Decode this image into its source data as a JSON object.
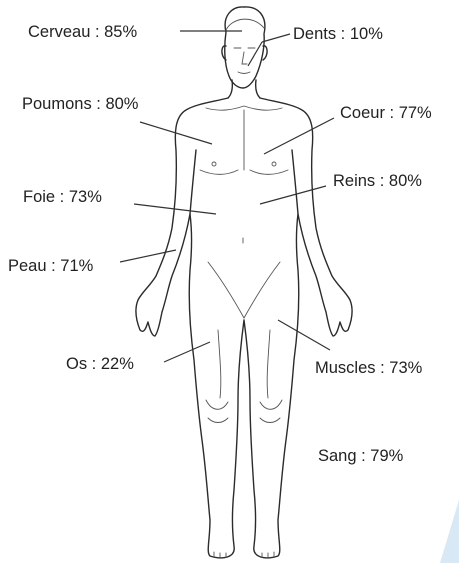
{
  "labels": {
    "cerveau": "Cerveau : 85%",
    "dents": "Dents : 10%",
    "poumons": "Poumons : 80%",
    "coeur": "Coeur : 77%",
    "reins": "Reins : 80%",
    "foie": "Foie : 73%",
    "peau": "Peau : 71%",
    "os": "Os : 22%",
    "muscles": "Muscles : 73%",
    "sang": "Sang : 79%"
  },
  "colors": {
    "text": "#222222",
    "outline": "#2b2b2b",
    "corner_accent": "#c9dff0"
  }
}
